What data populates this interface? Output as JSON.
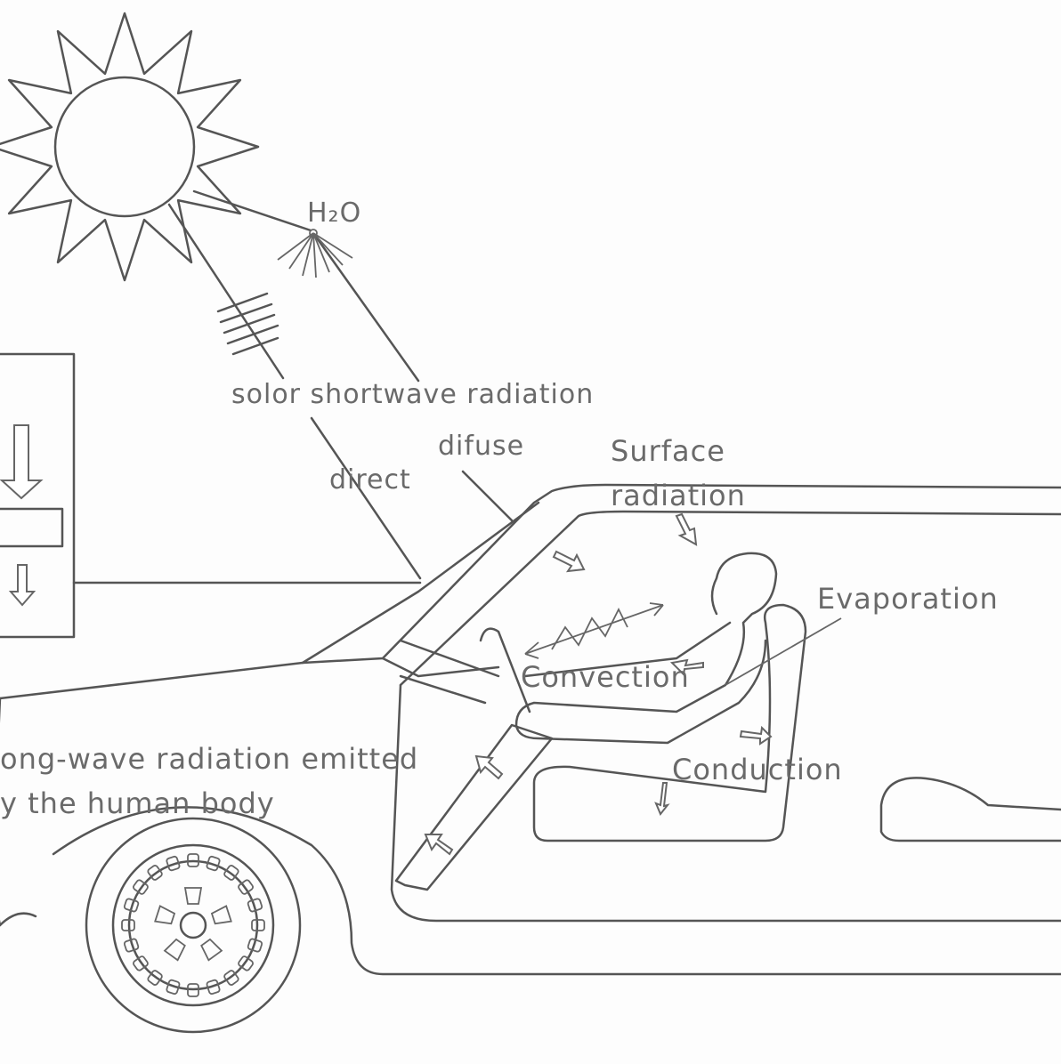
{
  "labels": {
    "h2o": "H₂O",
    "solar": "solor shortwave radiation",
    "direct": "direct",
    "diffuse": "difuse",
    "surface_1": "Surface",
    "surface_2": "radiation",
    "evaporation": "Evaporation",
    "convection": "Convection",
    "conduction": "Conduction",
    "longwave_1": "ong-wave radiation emitted",
    "longwave_2": "y the human body"
  }
}
